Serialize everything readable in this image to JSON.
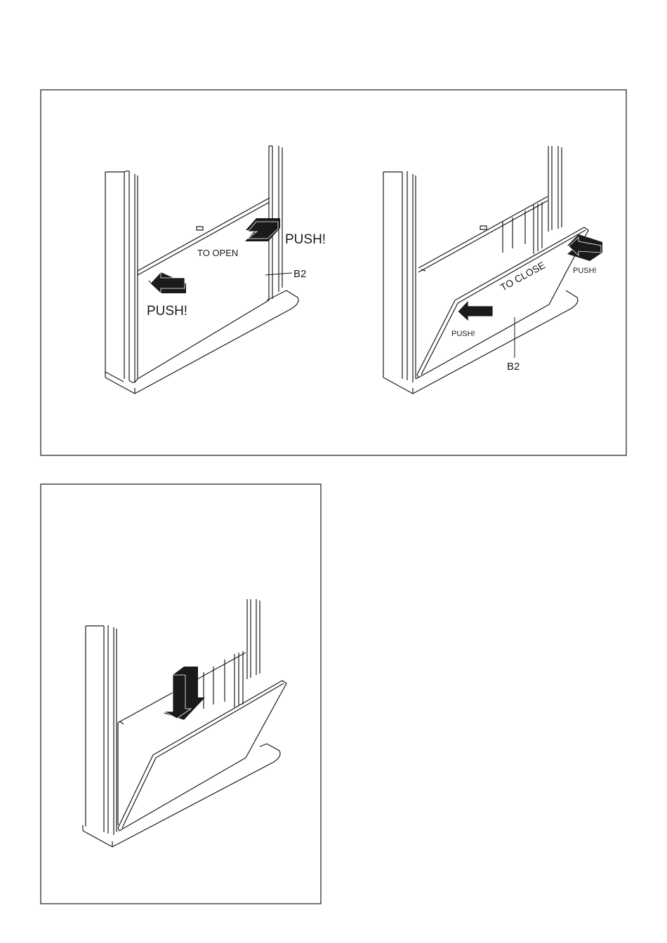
{
  "panel_open": {
    "push_right": "PUSH!",
    "push_left": "PUSH!",
    "action": "TO OPEN",
    "part": "B2"
  },
  "panel_close": {
    "action": "TO CLOSE",
    "push_right": "PUSH!",
    "push_left": "PUSH!",
    "part": "B2"
  },
  "colors": {
    "line": "#1a1a1a",
    "arrow": "#1a1a1a",
    "paper": "#ffffff"
  }
}
